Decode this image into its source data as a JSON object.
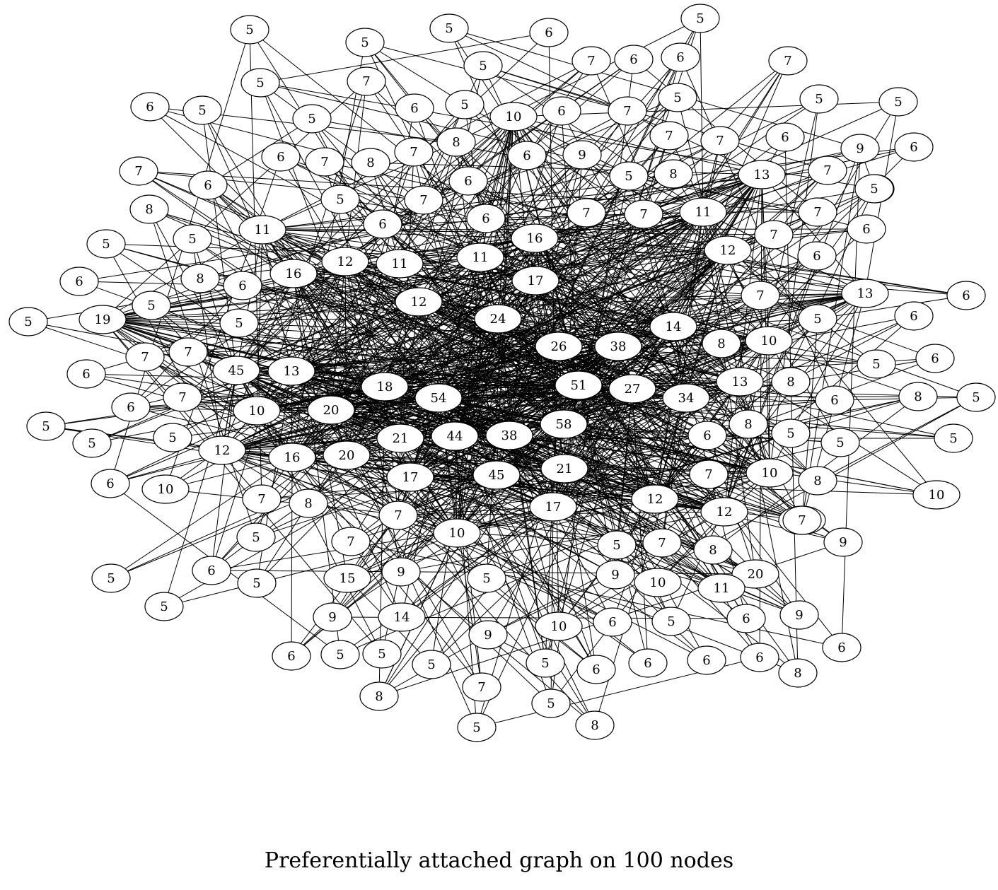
{
  "caption": "Preferentially attached graph on 100 nodes",
  "diagram": {
    "type": "graph",
    "colors": {
      "stroke": "#000000",
      "fill": "#ffffff"
    },
    "node_degree_labels": [
      "5",
      "5",
      "5",
      "6",
      "5",
      "6",
      "7",
      "6",
      "5",
      "7",
      "5",
      "6",
      "5",
      "5",
      "6",
      "7",
      "5",
      "5",
      "6",
      "5",
      "8",
      "5",
      "10",
      "6",
      "7",
      "7",
      "7",
      "6",
      "8",
      "5",
      "6",
      "7",
      "9",
      "6",
      "7",
      "5",
      "13",
      "7",
      "5",
      "6",
      "8",
      "7",
      "5",
      "6",
      "6",
      "7",
      "5",
      "16",
      "11",
      "7",
      "11",
      "12",
      "11",
      "9",
      "6",
      "6",
      "5",
      "8",
      "16",
      "6",
      "17",
      "12",
      "5",
      "12",
      "8",
      "6",
      "7",
      "24",
      "6",
      "11",
      "14",
      "6",
      "26",
      "5",
      "38",
      "8",
      "10",
      "7",
      "13",
      "5",
      "19",
      "7",
      "45",
      "7",
      "6",
      "13",
      "18",
      "54",
      "51",
      "27",
      "34",
      "13",
      "8",
      "5",
      "7",
      "10",
      "20",
      "6",
      "7",
      "5",
      "58",
      "21",
      "44",
      "38",
      "6",
      "8",
      "12",
      "16",
      "20",
      "7",
      "6",
      "17",
      "5",
      "10",
      "21",
      "45",
      "10",
      "7",
      "8",
      "17",
      "12",
      "12",
      "5",
      "10",
      "8",
      "6",
      "5",
      "5",
      "8",
      "8",
      "7",
      "20",
      "5",
      "10",
      "9",
      "15",
      "12",
      "5",
      "9",
      "7",
      "6",
      "6",
      "7",
      "5",
      "9",
      "9",
      "7",
      "9",
      "11",
      "5",
      "6",
      "10",
      "7",
      "6",
      "9",
      "5",
      "6",
      "10",
      "14",
      "5",
      "5",
      "5",
      "5",
      "5",
      "6",
      "6",
      "6",
      "6",
      "6",
      "8",
      "6",
      "7",
      "8",
      "8",
      "5",
      "5",
      "5",
      "5",
      "5",
      "5"
    ]
  }
}
